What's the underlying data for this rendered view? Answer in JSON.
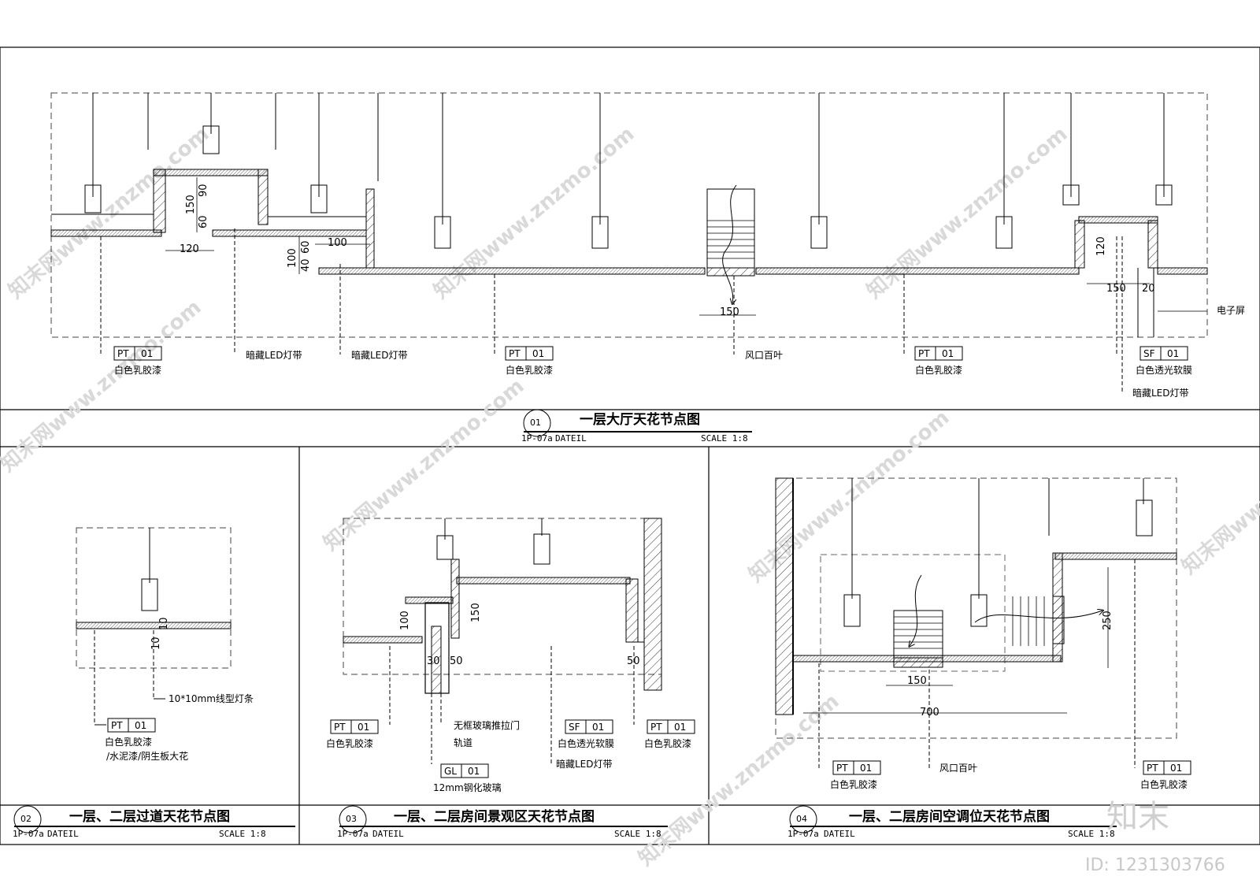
{
  "sheet": {
    "drawings": [
      {
        "num": "01",
        "title": "一层大厅天花节点图",
        "sheet_ref": "1P-07a",
        "dateil": "DATEIL",
        "scale": "SCALE 1:8"
      },
      {
        "num": "02",
        "title": "一层、二层过道天花节点图",
        "sheet_ref": "1P-07a",
        "dateil": "DATEIL",
        "scale": "SCALE 1:8"
      },
      {
        "num": "03",
        "title": "一层、二层房间景观区天花节点图",
        "sheet_ref": "1P-07a",
        "dateil": "DATEIL",
        "scale": "SCALE 1:8"
      },
      {
        "num": "04",
        "title": "一层、二层房间空调位天花节点图",
        "sheet_ref": "1P-07a",
        "dateil": "DATEIL",
        "scale": "SCALE 1:8"
      }
    ]
  },
  "d1": {
    "dims": {
      "d150": "150",
      "d90": "90",
      "d60": "60",
      "d120": "120",
      "d100a": "100",
      "d40": "40",
      "d60b": "60",
      "d100b": "100",
      "d150b": "150",
      "d120b": "120",
      "d150c": "150",
      "d20": "20"
    },
    "tags": [
      {
        "code": "PT",
        "num": "01",
        "desc": "白色乳胶漆"
      },
      {
        "code": "PT",
        "num": "01",
        "desc": "白色乳胶漆"
      },
      {
        "code": "PT",
        "num": "01",
        "desc": "白色乳胶漆"
      },
      {
        "code": "SF",
        "num": "01",
        "desc": "白色透光软膜"
      }
    ],
    "notes": {
      "led1": "暗藏LED灯带",
      "led2": "暗藏LED灯带",
      "vent": "风口百叶",
      "screen": "电子屏",
      "led3": "暗藏LED灯带"
    }
  },
  "d2": {
    "dims": {
      "d10a": "10",
      "d10b": "10"
    },
    "tag": {
      "code": "PT",
      "num": "01",
      "desc": "白色乳胶漆",
      "desc2": "/水泥漆/阴生板大花"
    },
    "note": "10*10mm线型灯条"
  },
  "d3": {
    "dims": {
      "d100": "100",
      "d150": "150",
      "d30": "30",
      "d50a": "50",
      "d50b": "50"
    },
    "tags": [
      {
        "code": "PT",
        "num": "01",
        "desc": "白色乳胶漆"
      },
      {
        "code": "GL",
        "num": "01",
        "desc": "12mm钢化玻璃"
      },
      {
        "code": "SF",
        "num": "01",
        "desc": "白色透光软膜"
      },
      {
        "code": "PT",
        "num": "01",
        "desc": "白色乳胶漆"
      }
    ],
    "notes": {
      "door": "无框玻璃推拉门",
      "track": "轨道",
      "led": "暗藏LED灯带"
    }
  },
  "d4": {
    "dims": {
      "d250": "250",
      "d150": "150",
      "d700": "700"
    },
    "tags": [
      {
        "code": "PT",
        "num": "01",
        "desc": "白色乳胶漆"
      },
      {
        "code": "PT",
        "num": "01",
        "desc": "白色乳胶漆"
      }
    ],
    "note": "风口百叶"
  },
  "branding": {
    "logo": "知末",
    "id": "ID: 1231303766"
  },
  "watermarks": [
    "知末网www.znzmo.com",
    "知末网www.znzmo.com",
    "知末网www.znzmo.com",
    "知末网www.znzmo.com",
    "知末网www.znzmo.com",
    "知末网www.znzmo.com",
    "知末网www.znzmo.com",
    "知末网www.znzmo.com"
  ]
}
